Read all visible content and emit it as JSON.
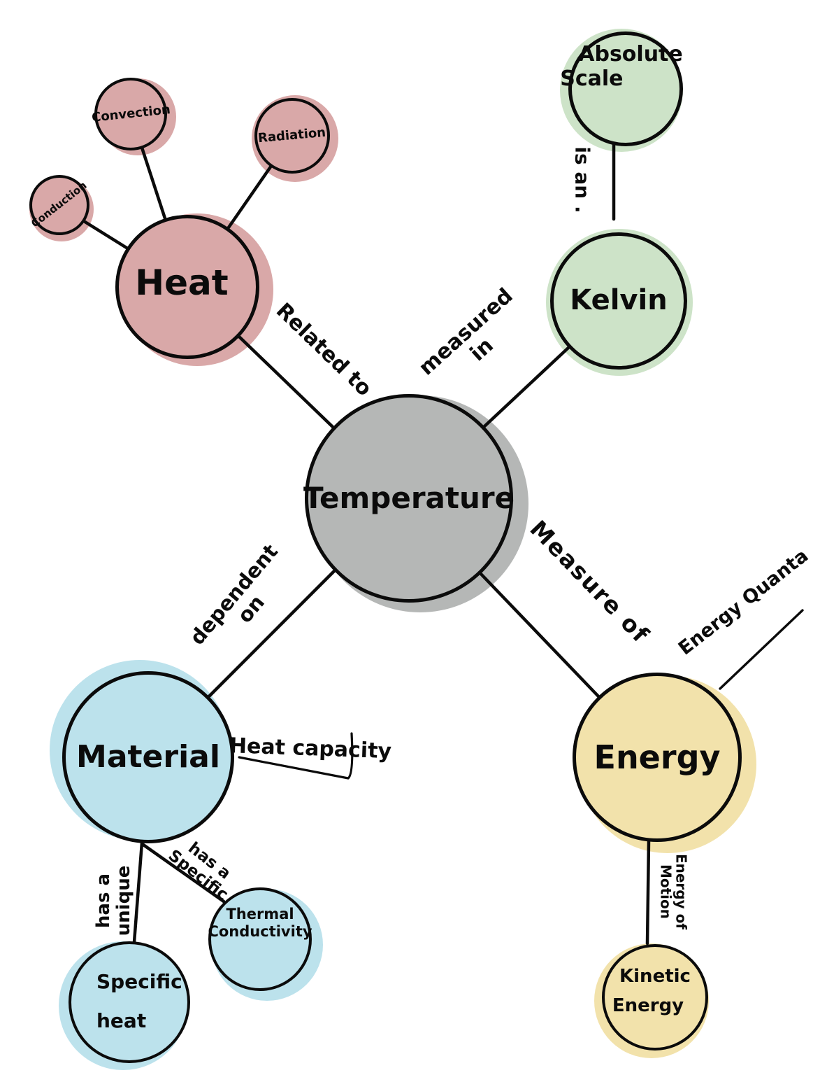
{
  "diagram": {
    "title_hint": "Hand-drawn concept map about Temperature",
    "colors": {
      "heat_group": "#d9a8a8",
      "scale_group": "#cde3c8",
      "center": "#b5b7b6",
      "material_group": "#bce2ec",
      "energy_group": "#f2e2ab",
      "ink": "#0b0b0b",
      "background": "#ffffff"
    },
    "nodes": {
      "temperature": {
        "label": "Temperature"
      },
      "heat": {
        "label": "Heat"
      },
      "conduction": {
        "label": "Conduction"
      },
      "convection": {
        "label": "Convection"
      },
      "radiation": {
        "label": "Radiation"
      },
      "kelvin": {
        "label": "Kelvin"
      },
      "absolute_scale": {
        "line1": "Absolute",
        "line2": "Scale"
      },
      "material": {
        "label": "Material"
      },
      "specific_heat": {
        "line1": "Specific",
        "line2": "heat"
      },
      "thermal_conductivity": {
        "line1": "Thermal",
        "line2": "Conductivity"
      },
      "energy": {
        "label": "Energy"
      },
      "kinetic_energy": {
        "line1": "Kinetic",
        "line2": "Energy"
      }
    },
    "edge_labels": {
      "related_to": "Related to",
      "measured_in": {
        "line1": "measured",
        "line2": "in"
      },
      "is_an": "is an .",
      "dependent_on": {
        "line1": "dependent",
        "line2": "on"
      },
      "measure_of": "Measure of",
      "has_a_unique": {
        "line1": "has a",
        "line2": "unique"
      },
      "has_a_specific": {
        "line1": "has a",
        "line2": "Specific"
      },
      "energy_of_motion": {
        "line1": "Energy of",
        "line2": "Motion"
      },
      "heat_capacity": "Heat capacity",
      "energy_quanta": "Energy Quanta"
    }
  }
}
